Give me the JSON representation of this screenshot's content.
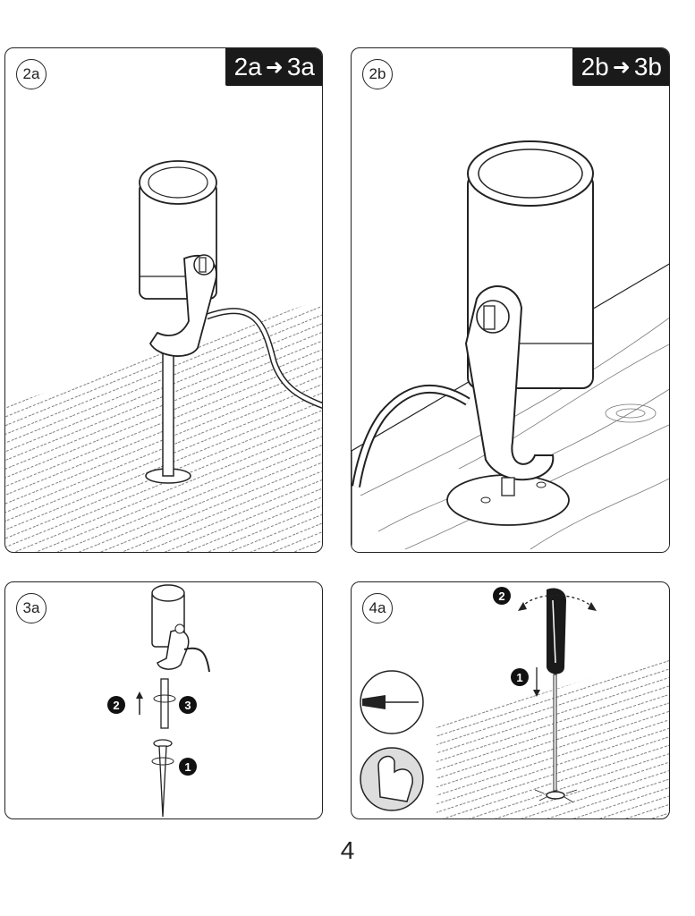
{
  "panels": {
    "p2a": {
      "step": "2a",
      "next": {
        "from": "2a",
        "to": "3a"
      }
    },
    "p2b": {
      "step": "2b",
      "next": {
        "from": "2b",
        "to": "3b"
      }
    },
    "p3a": {
      "step": "3a",
      "markers": [
        "1",
        "2",
        "3"
      ]
    },
    "p4a": {
      "step": "4a",
      "markers": [
        "1",
        "2"
      ]
    }
  },
  "arrow_glyph": "➜",
  "page_number": "4"
}
